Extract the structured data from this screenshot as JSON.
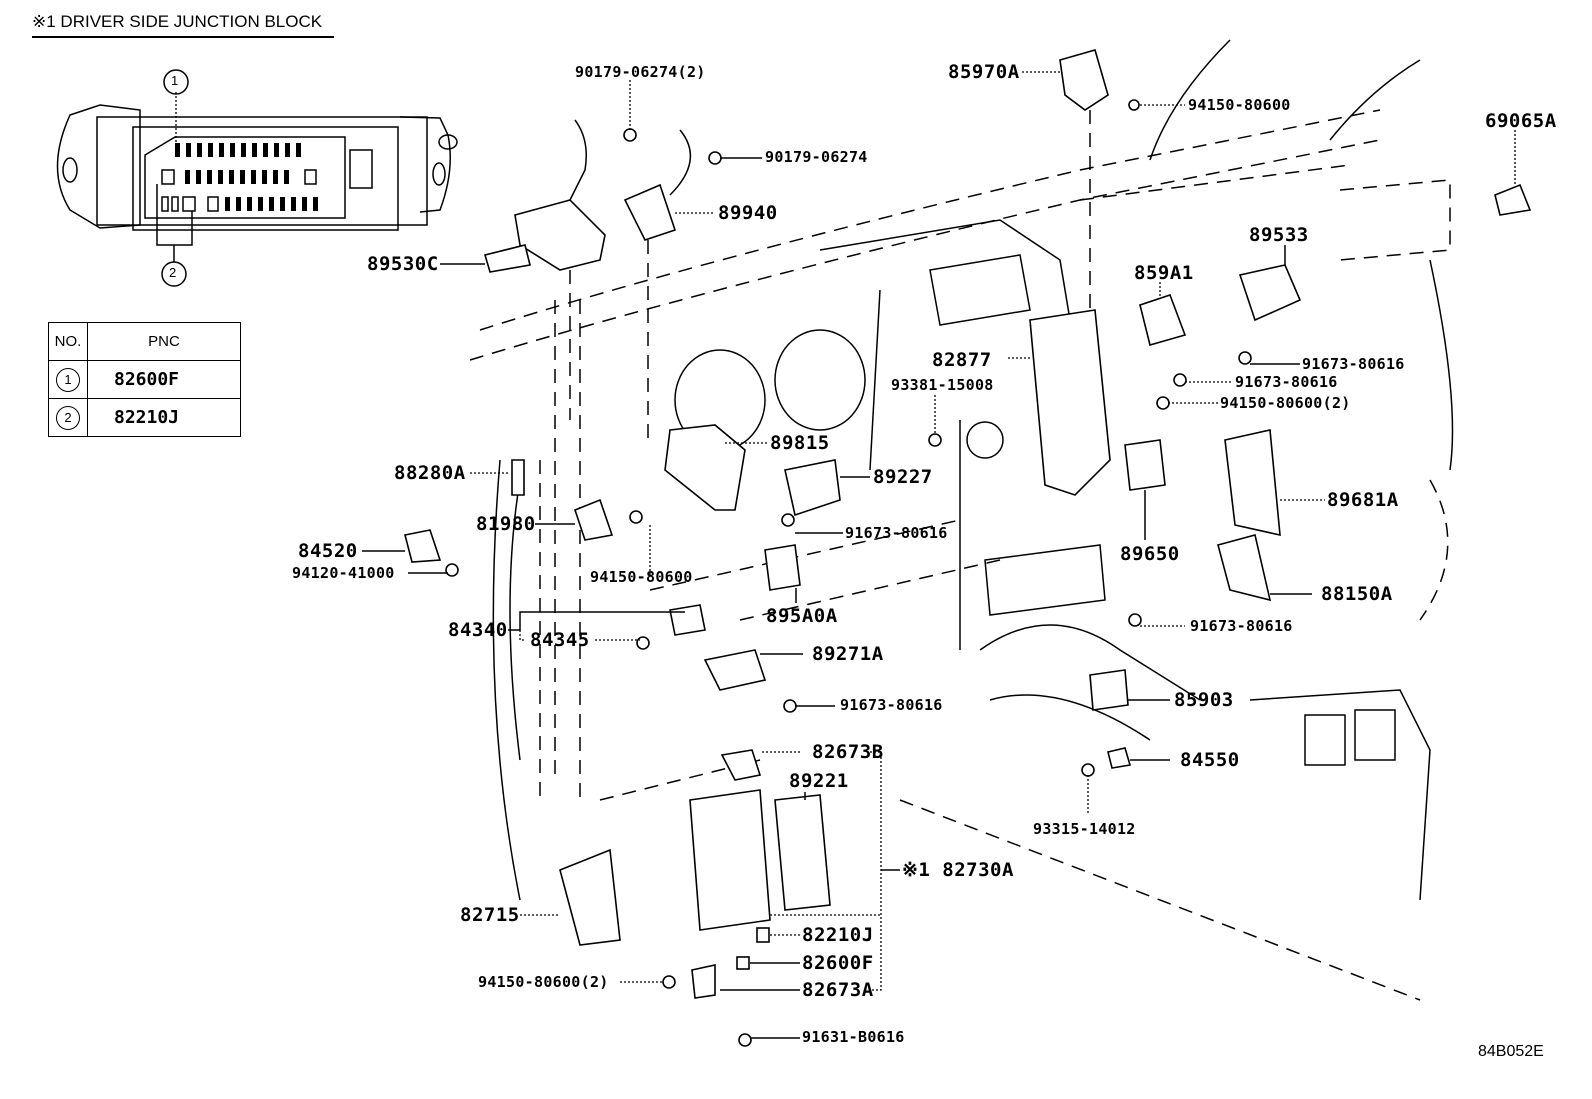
{
  "header": {
    "title": "※1  DRIVER SIDE JUNCTION BLOCK",
    "figure_code": "84B052E"
  },
  "junction_block_callouts": [
    "1",
    "2"
  ],
  "pnc_table": {
    "headers": [
      "NO.",
      "PNC"
    ],
    "rows": [
      {
        "no": "1",
        "pnc": "82600F"
      },
      {
        "no": "2",
        "pnc": "82210J"
      }
    ]
  },
  "parts": {
    "p90179_06274_2": "90179-06274(2)",
    "p90179_06274": "90179-06274",
    "p89940": "89940",
    "p89530C": "89530C",
    "p85970A": "85970A",
    "p94150_80600_top": "94150-80600",
    "p69065A": "69065A",
    "p89533": "89533",
    "p859A1": "859A1",
    "p91673_80616_a": "91673-80616",
    "p82877": "82877",
    "p91673_80616_b": "91673-80616",
    "p93381_15008": "93381-15008",
    "p94150_80600_2_mid": "94150-80600(2)",
    "p89815": "89815",
    "p89227": "89227",
    "p89681A": "89681A",
    "p88280A": "88280A",
    "p81980": "81980",
    "p91673_80616_c": "91673-80616",
    "p84520": "84520",
    "p94120_41000": "94120-41000",
    "p94150_80600_left": "94150-80600",
    "p89650": "89650",
    "p88150A": "88150A",
    "p895A0A": "895A0A",
    "p84340": "84340",
    "p84345": "84345",
    "p91673_80616_d": "91673-80616",
    "p89271A": "89271A",
    "p85903": "85903",
    "p91673_80616_e": "91673-80616",
    "p84550": "84550",
    "p82673B": "82673B",
    "p89221": "89221",
    "p93315_14012": "93315-14012",
    "p82730A": "※1 82730A",
    "p82715": "82715",
    "p82210J": "82210J",
    "p82600F": "82600F",
    "p94150_80600_2_bot": "94150-80600(2)",
    "p82673A": "82673A",
    "p91631_B0616": "91631-B0616"
  }
}
